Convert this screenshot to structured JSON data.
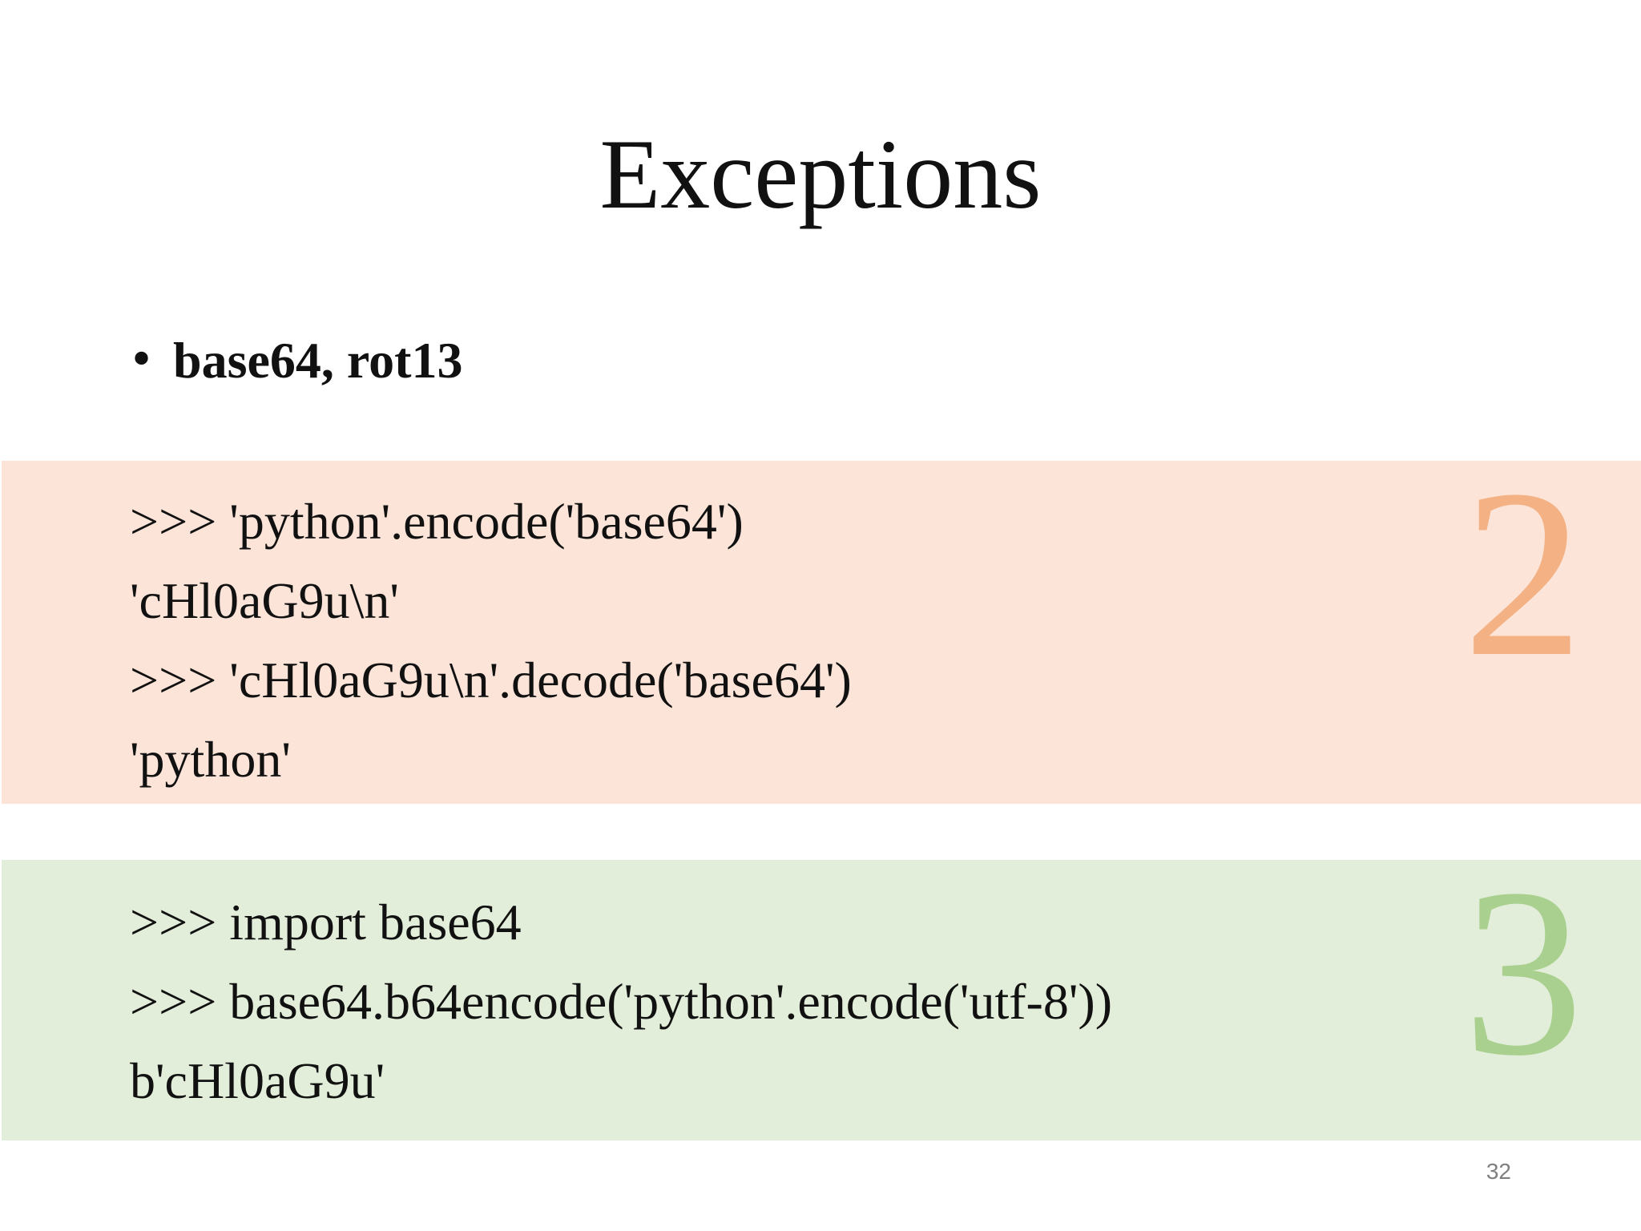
{
  "slide": {
    "title": "Exceptions",
    "bullet": "base64, rot13",
    "page_number": "32"
  },
  "panels": [
    {
      "number": "2",
      "number_color": "#f4b183",
      "background": "#fce4d8",
      "lines": [
        ">>> 'python'.encode('base64')",
        "'cHl0aG9u\\n'",
        ">>> 'cHl0aG9u\\n'.decode('base64')",
        "'python'"
      ]
    },
    {
      "number": "3",
      "number_color": "#a9d08e",
      "background": "#e2eed9",
      "lines": [
        ">>> import base64",
        ">>> base64.b64encode('python'.encode('utf-8'))",
        "b'cHl0aG9u'"
      ]
    }
  ]
}
